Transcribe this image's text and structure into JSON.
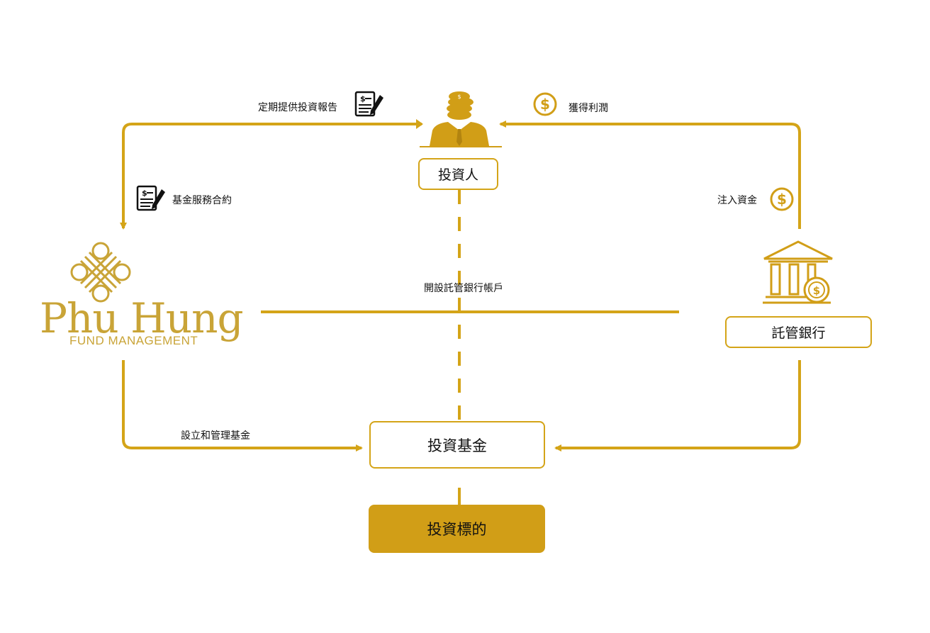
{
  "colors": {
    "accent": "#D4A418",
    "fill": "#D19E17",
    "logo": "#C9A437",
    "text": "#111111"
  },
  "icons": [
    "contract-icon",
    "dollar-coin-icon",
    "investor-icon",
    "bank-icon",
    "knot-logo-icon"
  ],
  "logo": {
    "name": "Phu Hung",
    "subtitle": "FUND MANAGEMENT"
  },
  "nodes": {
    "investor": "投資人",
    "custodian": "託管銀行",
    "fund": "投資基金",
    "target": "投資標的"
  },
  "edges": {
    "report": "定期提供投資報告",
    "profit": "獲得利潤",
    "service_contract": "基金服務合約",
    "inject_capital": "注入資金",
    "open_account": "開設託管銀行帳戶",
    "establish_fund": "設立和管理基金"
  }
}
